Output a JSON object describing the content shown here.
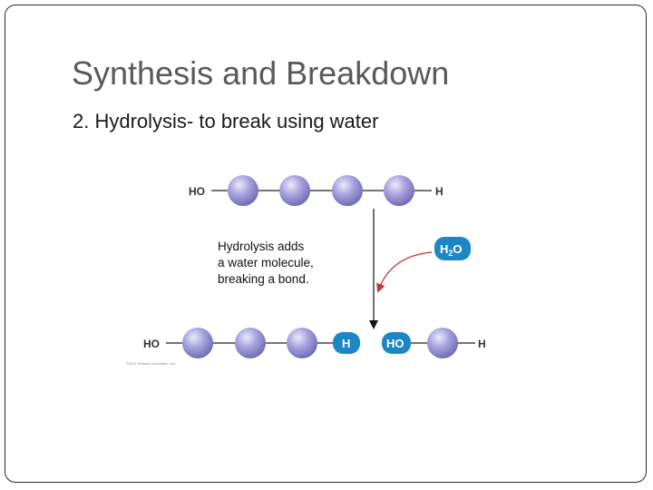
{
  "slide": {
    "title": "Synthesis and Breakdown",
    "bullet": "2.  Hydrolysis- to break using water"
  },
  "diagram": {
    "top_chain": {
      "left_end": "HO",
      "right_end": "H",
      "monomer_count": 4
    },
    "water_badge": {
      "main": "H",
      "sub": "2",
      "tail": "O"
    },
    "caption_lines": [
      "Hydrolysis adds",
      "a water molecule,",
      "breaking a bond."
    ],
    "bottom_left_chain": {
      "left_end": "HO",
      "right_tag": "H",
      "monomer_count": 3
    },
    "bottom_right_chain": {
      "left_tag": "HO",
      "right_end": "H",
      "monomer_count": 1
    },
    "credit": "©2011 Pearson Education, Inc.",
    "colors": {
      "monomer": "#9c98d8",
      "tag_blue": "#1d87c6",
      "arrow_red": "#c0392b"
    }
  }
}
